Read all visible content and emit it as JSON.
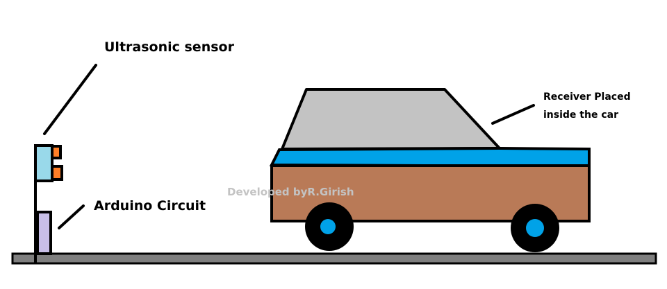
{
  "diagram": {
    "title": "Ultrasonic car parking sensor setup",
    "labels": {
      "ultrasonic_sensor": "Ultrasonic sensor",
      "arduino_circuit": "Arduino Circuit",
      "receiver_line1": "Receiver Placed",
      "receiver_line2": "inside the car",
      "watermark": "Developed byR.Girish"
    },
    "components": [
      {
        "id": "ultrasonic-sensor",
        "label": "Ultrasonic sensor",
        "color": "#99d9ea",
        "transducer_color": "#ff7f27"
      },
      {
        "id": "arduino-circuit",
        "label": "Arduino Circuit",
        "color": "#c8bfe7"
      },
      {
        "id": "car",
        "label": "Receiver Placed inside the car",
        "body_color": "#b97a57",
        "window_color": "#c3c3c3",
        "stripe_color": "#00a2e8",
        "hubcap_color": "#00a2e8"
      },
      {
        "id": "ground",
        "color": "#7f7f7f"
      }
    ],
    "colors": {
      "outline": "#000000",
      "sensor_body": "#99d9ea",
      "transducer": "#ff7f27",
      "arduino": "#c8bfe7",
      "car_body": "#b97a57",
      "car_window": "#c3c3c3",
      "car_stripe": "#00a2e8",
      "hubcap": "#00a2e8",
      "ground": "#7f7f7f",
      "watermark": "#c3c3c3"
    }
  }
}
